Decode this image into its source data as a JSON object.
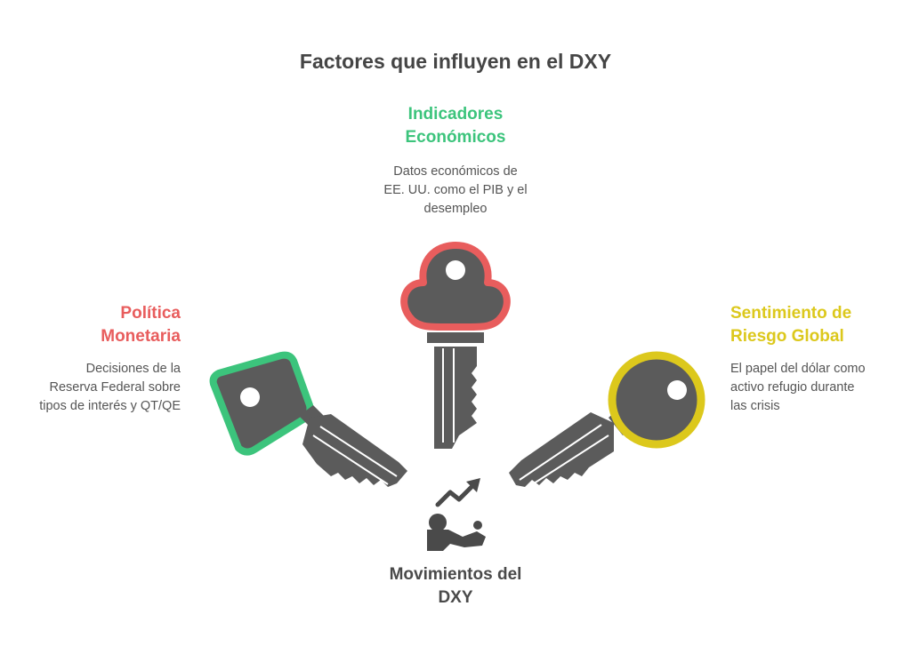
{
  "title": "Factores que influyen en el DXY",
  "colors": {
    "green": "#3cc47c",
    "red": "#e85d5d",
    "yellow": "#dcc81c",
    "key": "#5b5b5b",
    "text": "#4a4a4a"
  },
  "factors": {
    "economic": {
      "title_lines": [
        "Indicadores",
        "Económicos"
      ],
      "desc_lines": [
        "Datos económicos de",
        "EE. UU. como el PIB y el",
        "desempleo"
      ],
      "color": "#3cc47c",
      "icon": "key-icon"
    },
    "monetary": {
      "title_lines": [
        "Política",
        "Monetaria"
      ],
      "desc_lines": [
        "Decisiones de la",
        "Reserva Federal sobre",
        "tipos de interés y QT/QE"
      ],
      "color": "#e85d5d",
      "icon": "key-icon"
    },
    "sentiment": {
      "title_lines": [
        "Sentimiento de",
        "Riesgo Global"
      ],
      "desc_lines": [
        "El papel del dólar como",
        "activo refugio durante",
        "las crisis"
      ],
      "color": "#dcc81c",
      "icon": "key-icon"
    }
  },
  "center": {
    "title_lines": [
      "Movimientos del",
      "DXY"
    ],
    "icon": "trend-up-person-icon"
  }
}
